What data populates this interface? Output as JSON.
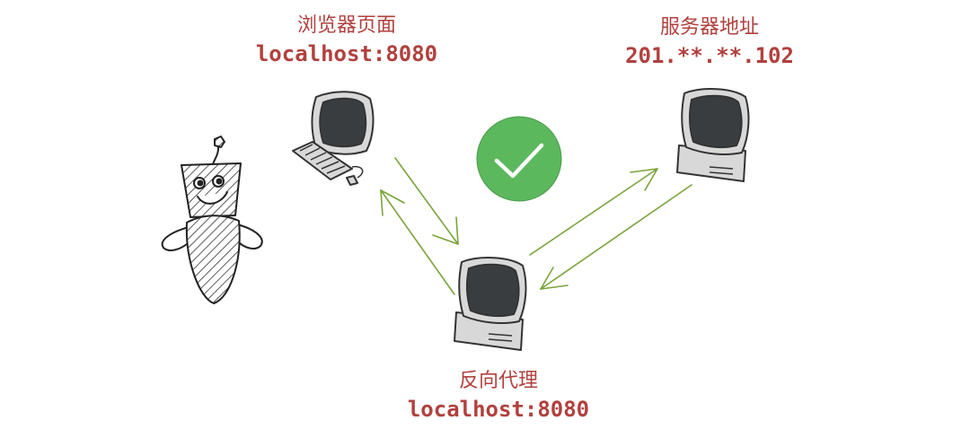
{
  "nodes": {
    "browser": {
      "title": "浏览器页面",
      "address": "localhost:8080",
      "icon": "desktop-computer-icon"
    },
    "server": {
      "title": "服务器地址",
      "address": "201.**.**.102",
      "icon": "server-computer-icon"
    },
    "proxy": {
      "title": "反向代理",
      "address": "localhost:8080",
      "icon": "proxy-computer-icon"
    }
  },
  "status": {
    "icon": "checkmark-icon",
    "state": "success"
  },
  "colors": {
    "label_text": "#b0413e",
    "arrow": "#7aa33a",
    "success": "#5cb85c",
    "screen": "#3a3d40"
  }
}
